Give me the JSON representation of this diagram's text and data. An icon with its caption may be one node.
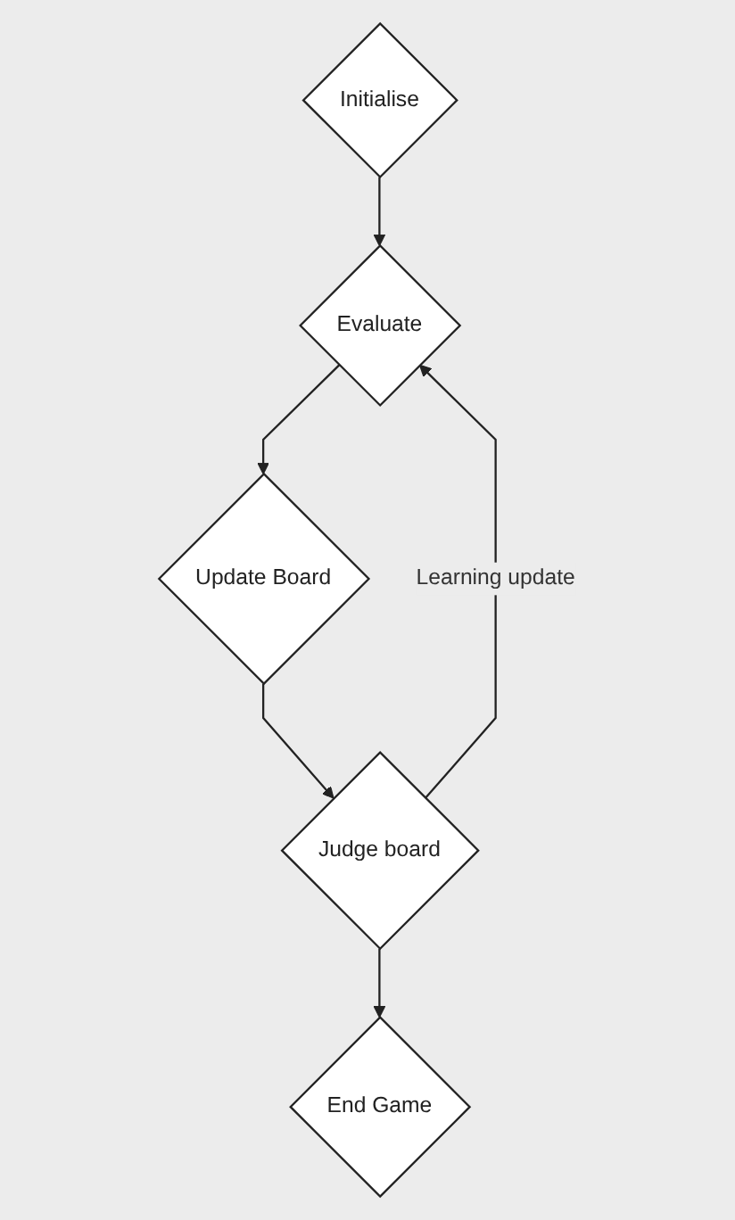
{
  "diagram": {
    "nodes": [
      {
        "text": [
          "Initialise"
        ]
      },
      {
        "text": [
          "Evaluate"
        ]
      },
      {
        "text": [
          "Update Board"
        ]
      },
      {
        "text": [
          "Judge board"
        ]
      },
      {
        "text": [
          "End Game"
        ]
      }
    ],
    "edges": [
      {
        "from": 0,
        "to": 1,
        "arrow": "to"
      },
      {
        "from": 1,
        "to": 2,
        "arrow": "to"
      },
      {
        "from": 2,
        "to": 3,
        "arrow": "to"
      },
      {
        "from": 3,
        "to": 4,
        "arrow": "to"
      },
      {
        "from": 3,
        "to": 1,
        "arrow": "to",
        "label": "Learning update"
      }
    ]
  }
}
